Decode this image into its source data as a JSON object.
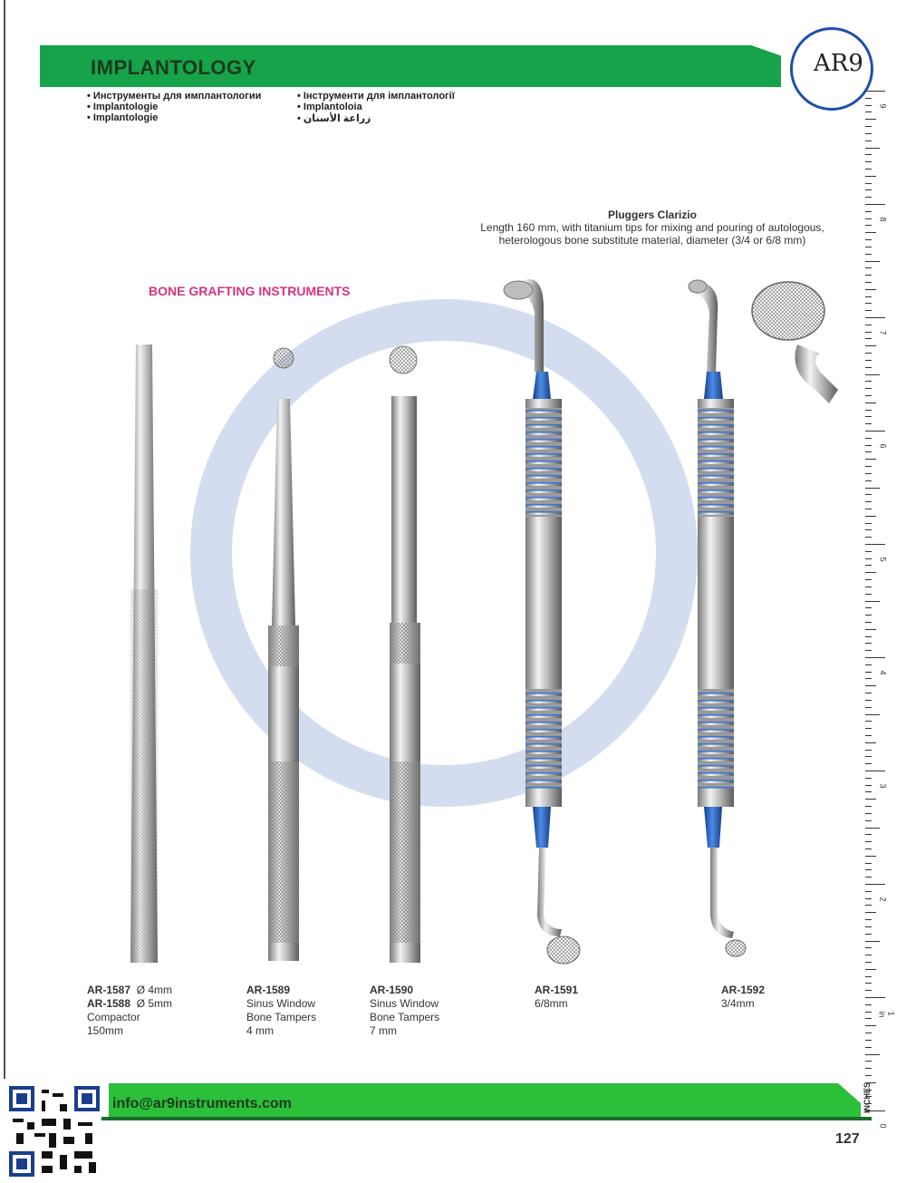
{
  "header": {
    "title": "IMPLANTOLOGY",
    "languages_left": [
      "Инструменты для имплантологии",
      "Implantologie",
      "Implantologie"
    ],
    "languages_right": [
      "Інструменти для імплантології",
      "Implantoloia",
      "زراعة الأسنان"
    ]
  },
  "logo": {
    "text": "AR9"
  },
  "section_title": "BONE GRAFTING INSTRUMENTS",
  "pluggers": {
    "title": "Pluggers Clarizio",
    "description_line1": "Length 160 mm, with titanium tips for mixing and pouring of autologous,",
    "description_line2": "heterologous bone substitute material, diameter (3/4 or 6/8 mm)"
  },
  "products": [
    {
      "code": "AR-1587",
      "spec": "Ø 4mm",
      "code2": "AR-1588",
      "spec2": "Ø 5mm",
      "name": "Compactor",
      "size": "150mm"
    },
    {
      "code": "AR-1589",
      "name": "Sinus Window",
      "name2": "Bone Tampers",
      "size": "4 mm"
    },
    {
      "code": "AR-1590",
      "name": "Sinus Window",
      "name2": "Bone Tampers",
      "size": "7 mm"
    },
    {
      "code": "AR-1591",
      "size": "6/8mm"
    },
    {
      "code": "AR-1592",
      "size": "3/4mm"
    }
  ],
  "ruler": {
    "numbers": [
      "9",
      "8",
      "7",
      "6",
      "5",
      "4",
      "3",
      "2",
      "1 in",
      "0"
    ],
    "unit": "INCHES"
  },
  "footer": {
    "email": "info@ar9instruments.com",
    "page_number": "127"
  },
  "colors": {
    "band_green": "#2bbf3a",
    "title_pink": "#d6337d",
    "logo_blue": "#1f4fa8",
    "handle_blue": "#2f6fd6"
  }
}
